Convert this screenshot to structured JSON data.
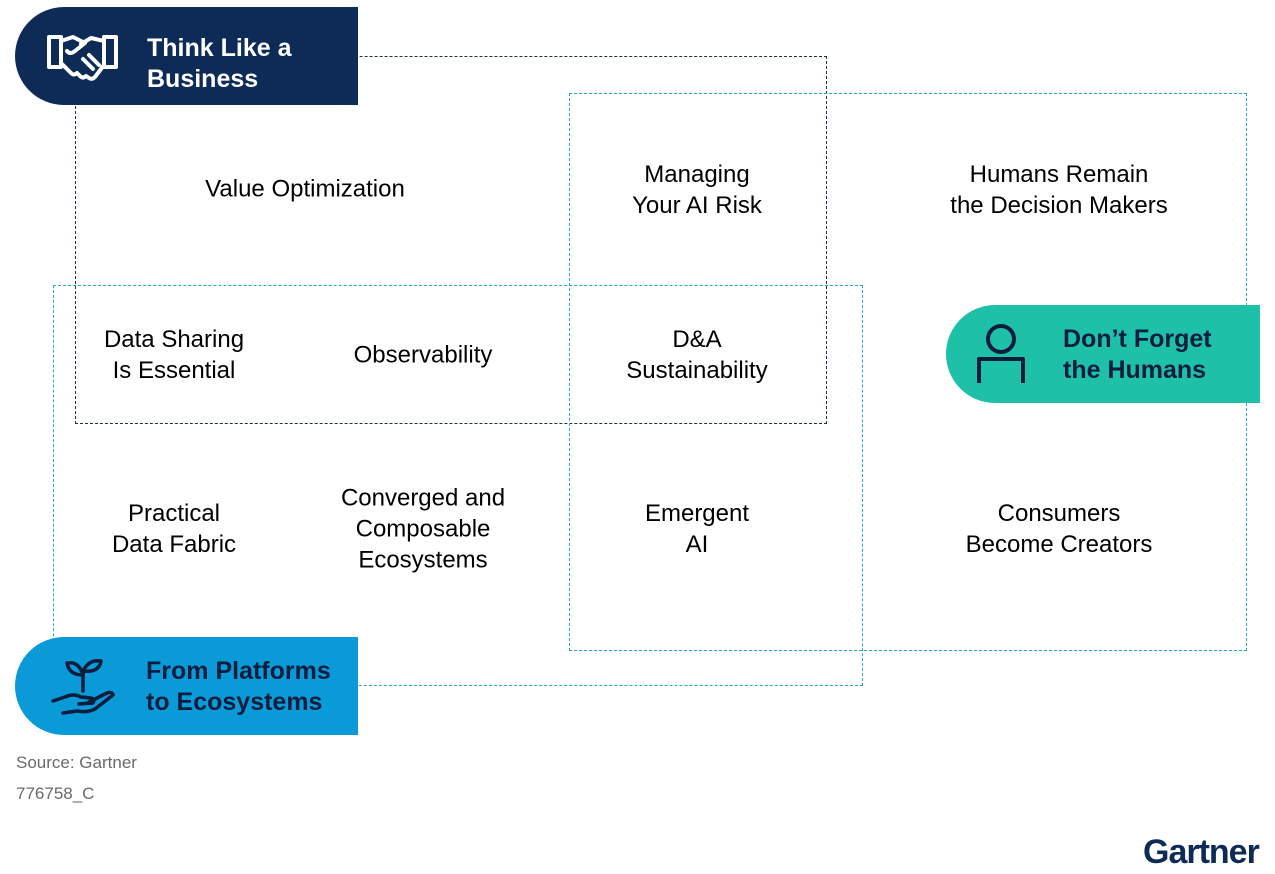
{
  "badges": {
    "business": {
      "line1": "Think Like a",
      "line2": "Business",
      "icon": "handshake-icon",
      "color": "#0e2b57"
    },
    "platforms": {
      "line1": "From Platforms",
      "line2": "to Ecosystems",
      "icon": "sprout-in-hand-icon",
      "color": "#0a9ad8"
    },
    "humans": {
      "line1": "Don’t Forget",
      "line2": "the Humans",
      "icon": "person-icon",
      "color": "#1ec1a8"
    }
  },
  "cells": {
    "value_optimization": {
      "line1": "Value Optimization"
    },
    "managing_ai_risk": {
      "line1": "Managing",
      "line2": "Your AI Risk"
    },
    "humans_decision": {
      "line1": "Humans Remain",
      "line2": "the Decision Makers"
    },
    "data_sharing": {
      "line1": "Data Sharing",
      "line2": "Is Essential"
    },
    "observability": {
      "line1": "Observability"
    },
    "da_sustainability": {
      "line1": "D&A",
      "line2": "Sustainability"
    },
    "practical_fabric": {
      "line1": "Practical",
      "line2": "Data Fabric"
    },
    "converged": {
      "line1": "Converged and",
      "line2": "Composable",
      "line3": "Ecosystems"
    },
    "emergent_ai": {
      "line1": "Emergent",
      "line2": "AI"
    },
    "consumers": {
      "line1": "Consumers",
      "line2": "Become Creators"
    }
  },
  "footer": {
    "source": "Source: Gartner",
    "doc_id": "776758_C",
    "logo": "Gartner"
  },
  "colors": {
    "navy": "#0e2b57",
    "blue": "#0a9ad8",
    "teal": "#1ec1a8",
    "dashed_blue": "#2aa8c9"
  }
}
